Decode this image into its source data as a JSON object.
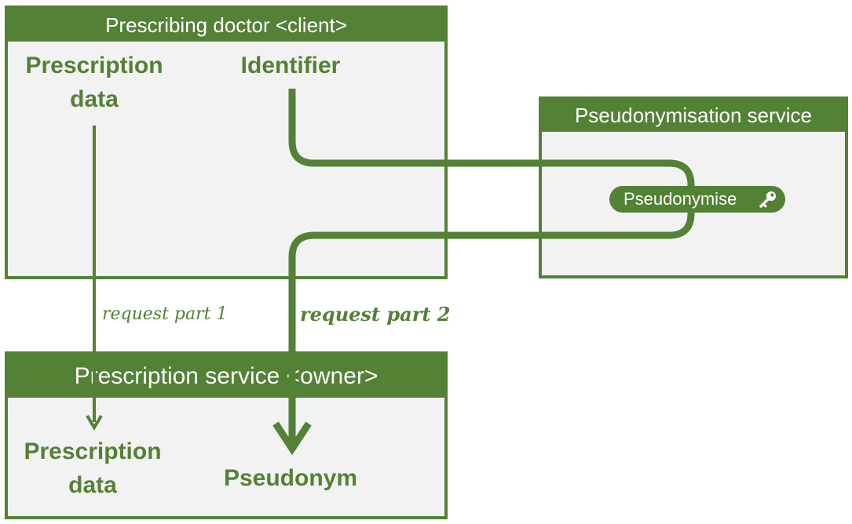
{
  "boxes": {
    "doctor": {
      "title": "Prescribing doctor <client>"
    },
    "pseudonymisation": {
      "title": "Pseudonymisation service"
    },
    "prescription_service": {
      "title": "Prescription service <owner>"
    }
  },
  "doctor_nodes": {
    "prescription_data": [
      "Prescription",
      "data"
    ],
    "identifier": "Identifier"
  },
  "pseudonymisation_action": {
    "label": "Pseudonymise",
    "icon": "key-icon"
  },
  "requests": {
    "part1": "request part 1",
    "part2": "request part 2"
  },
  "service_nodes": {
    "prescription_data": [
      "Prescription",
      "data"
    ],
    "pseudonym": "Pseudonym"
  },
  "colors": {
    "accent": "#538135",
    "box_fill": "#f2f2f2",
    "background": "#ffffff"
  }
}
